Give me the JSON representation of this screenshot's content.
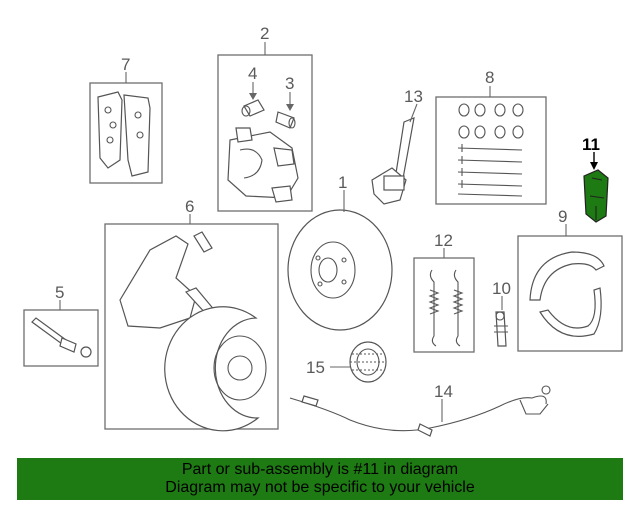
{
  "callouts": {
    "c1": "1",
    "c2": "2",
    "c3": "3",
    "c4": "4",
    "c5": "5",
    "c6": "6",
    "c7": "7",
    "c8": "8",
    "c9": "9",
    "c10": "10",
    "c11": "11",
    "c12": "12",
    "c13": "13",
    "c14": "14",
    "c15": "15"
  },
  "highlight": {
    "part_number": "11",
    "color": "#1e7a13"
  },
  "footer": {
    "line1": "Part or sub-assembly is #11 in diagram",
    "line2": "Diagram may not be specific to your vehicle",
    "background": "#1e7a13"
  }
}
